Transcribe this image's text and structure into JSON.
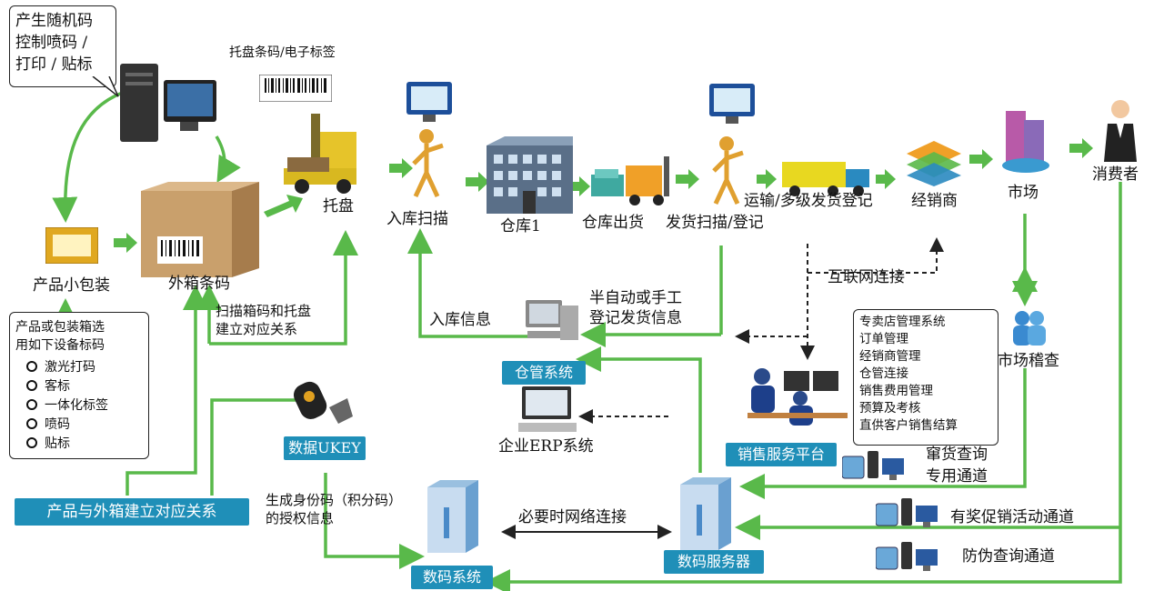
{
  "callouts": {
    "printer_note": [
      "产生随机码",
      "控制喷码 /",
      "打印 / 贴标"
    ],
    "device_note": {
      "title": [
        "产品或包装箱选",
        "用如下设备标码"
      ],
      "options": [
        "激光打码",
        "客标",
        "一体化标签",
        "喷码",
        "贴标"
      ]
    },
    "platform_features": [
      "专卖店管理系统",
      "订单管理",
      "经销商管理",
      "仓管连接",
      "销售费用管理",
      "预算及考核",
      "直供客户销售结算"
    ]
  },
  "labels": {
    "pallet_barcode": "托盘条码/电子标签",
    "pallet": "托盘",
    "inbound_scan": "入库扫描",
    "warehouse1": "仓库1",
    "warehouse_out": "仓库出货",
    "ship_scan": "发货扫描/登记",
    "transport": "运输/多级发货登记",
    "distributor": "经销商",
    "market": "市场",
    "consumer": "消费者",
    "product_pack": "产品小包装",
    "outer_barcode": "外箱条码",
    "scan_relation": [
      "扫描箱码和托盘",
      "建立对应关系"
    ],
    "inbound_info": "入库信息",
    "manual_register": [
      "半自动或手工",
      "登记发货信息"
    ],
    "internet": "互联网连接",
    "market_inspect": "市场稽查",
    "erp": "企业ERP系统",
    "gen_id": [
      "生成身份码（积分码）",
      "的授权信息"
    ],
    "network_when_needed": "必要时网络连接",
    "diverted_query": [
      "窜货查询",
      "专用通道"
    ],
    "promo_channel": "有奖促销活动通道",
    "anticounterfeit": "防伪查询通道"
  },
  "badges": {
    "wms": "仓管系统",
    "ukey": "数据UKEY",
    "product_box_rel": "产品与外箱建立对应关系",
    "sales_platform": "销售服务平台",
    "code_system": "数码系统",
    "code_server": "数码服务器"
  },
  "colors": {
    "arrow_green": "#59b94a",
    "badge_blue": "#1f8fb8"
  }
}
